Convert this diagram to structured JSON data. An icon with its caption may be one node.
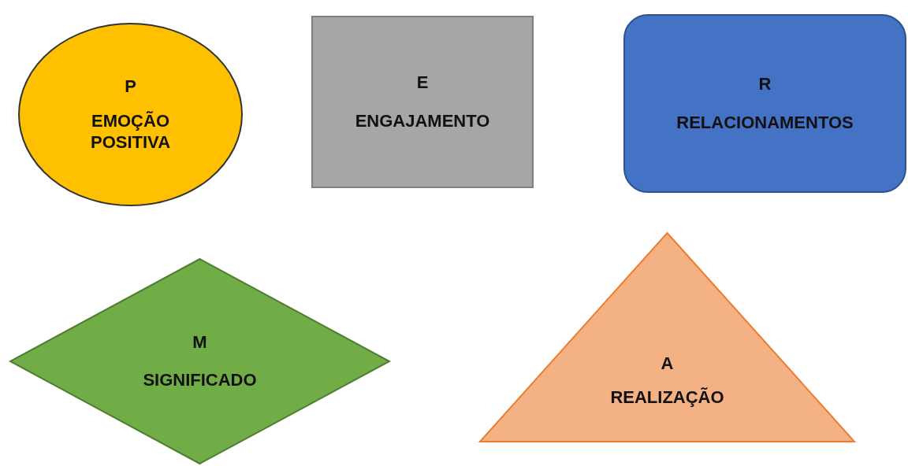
{
  "diagram": {
    "nodes": [
      {
        "text": [
          "P",
          "EMOÇÃO POSITIVA"
        ]
      },
      {
        "text": [
          "E",
          "ENGAJAMENTO"
        ]
      },
      {
        "text": [
          "R",
          "RELACIONAMENTOS"
        ]
      },
      {
        "text": [
          "M",
          "SIGNIFICADO"
        ]
      },
      {
        "text": [
          "A",
          "REALIZAÇÃO"
        ]
      }
    ]
  }
}
